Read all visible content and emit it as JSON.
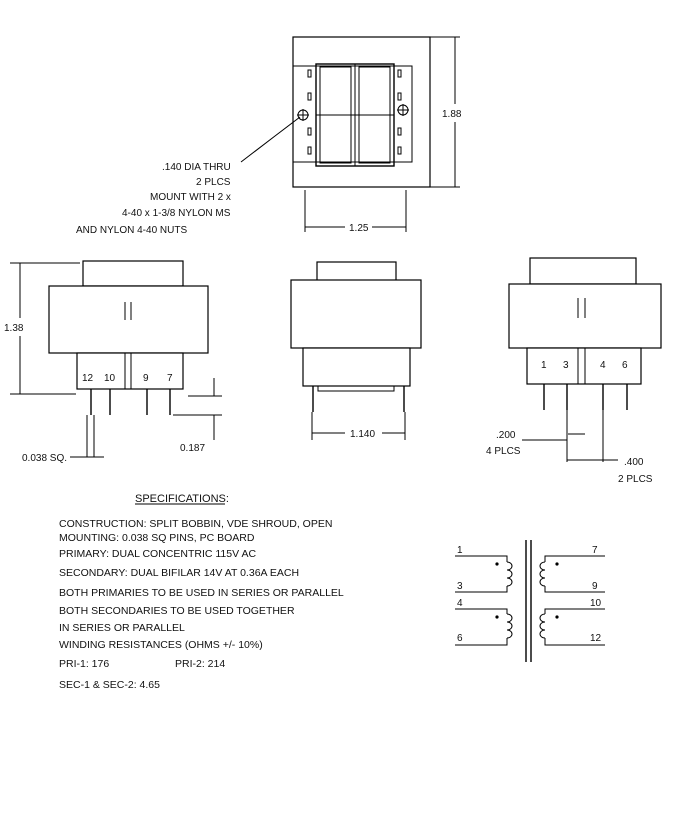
{
  "top_view": {
    "width_label": "1.25",
    "height_label": "1.88"
  },
  "mount_note": [
    ".140 DIA THRU",
    "2 PLCS",
    "MOUNT WITH 2 x",
    "4-40 x 1-3/8 NYLON MS",
    "AND NYLON 4-40 NUTS"
  ],
  "left_view": {
    "height_label": "1.38",
    "pin_labels": [
      "12",
      "10",
      "9",
      "7"
    ],
    "pin_size_label": "0.038 SQ.",
    "pin_length_label": "0.187"
  },
  "middle_view": {
    "pin_spacing_label": "1.140"
  },
  "right_view": {
    "pin_labels": [
      "1",
      "3",
      "4",
      "6"
    ],
    "spacing_200": ".200",
    "spacing_200_note": "4 PLCS",
    "spacing_400": ".400",
    "spacing_400_note": "2 PLCS"
  },
  "specs": {
    "heading": "SPECIFICATIONS:",
    "lines": [
      "CONSTRUCTION: SPLIT BOBBIN, VDE SHROUD, OPEN",
      "MOUNTING: 0.038 SQ PINS, PC BOARD",
      "PRIMARY: DUAL CONCENTRIC 115V AC",
      "SECONDARY: DUAL BIFILAR 14V AT 0.36A EACH",
      "BOTH PRIMARIES TO BE USED IN SERIES OR PARALLEL",
      "BOTH SECONDARIES TO BE USED TOGETHER",
      "IN SERIES OR PARALLEL",
      "WINDING RESISTANCES (OHMS +/- 10%)"
    ],
    "pri1": "PRI-1: 176",
    "pri2": "PRI-2: 214",
    "sec": "SEC-1 & SEC-2: 4.65"
  },
  "schematic": {
    "labels": [
      "1",
      "3",
      "4",
      "6",
      "7",
      "9",
      "10",
      "12"
    ]
  }
}
